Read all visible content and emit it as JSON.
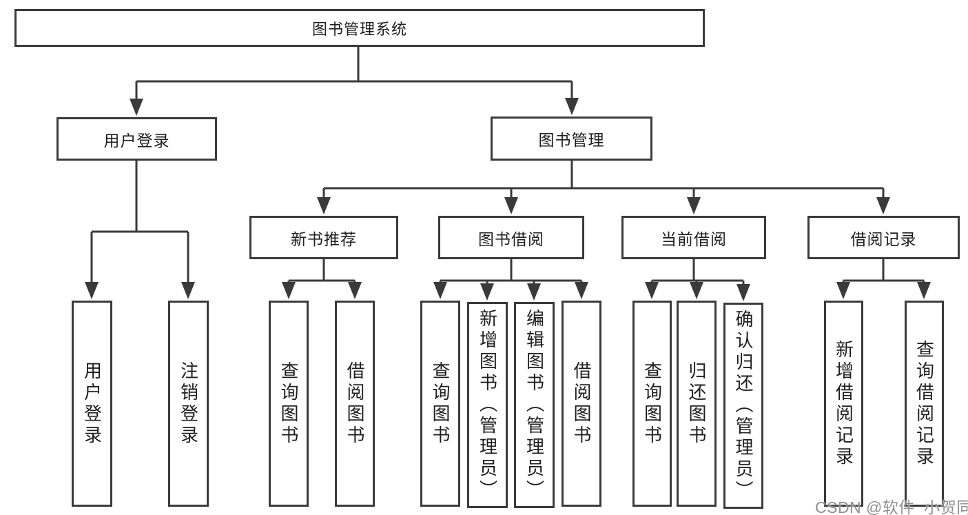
{
  "tree": {
    "label": "图书管理系统",
    "children": [
      {
        "label": "用户登录",
        "children": [
          {
            "label": "用户登录"
          },
          {
            "label": "注销登录"
          }
        ]
      },
      {
        "label": "图书管理",
        "children": [
          {
            "label": "新书推荐",
            "children": [
              {
                "label": "查询图书"
              },
              {
                "label": "借阅图书"
              }
            ]
          },
          {
            "label": "图书借阅",
            "children": [
              {
                "label": "查询图书"
              },
              {
                "label": "新增图书（管理员）"
              },
              {
                "label": "编辑图书（管理员）"
              },
              {
                "label": "借阅图书"
              }
            ]
          },
          {
            "label": "当前借阅",
            "children": [
              {
                "label": "查询图书"
              },
              {
                "label": "归还图书"
              },
              {
                "label": "确认归还（管理员）"
              }
            ]
          },
          {
            "label": "借阅记录",
            "children": [
              {
                "label": "新增借阅记录"
              },
              {
                "label": "查询借阅记录"
              }
            ]
          }
        ]
      }
    ]
  },
  "colors": {
    "line": "#3a3a3a",
    "text": "#1f1f1f",
    "watermark": "#8f8f8f",
    "background": "#ffffff"
  },
  "watermark": "CSDN @软件_小贺同学"
}
